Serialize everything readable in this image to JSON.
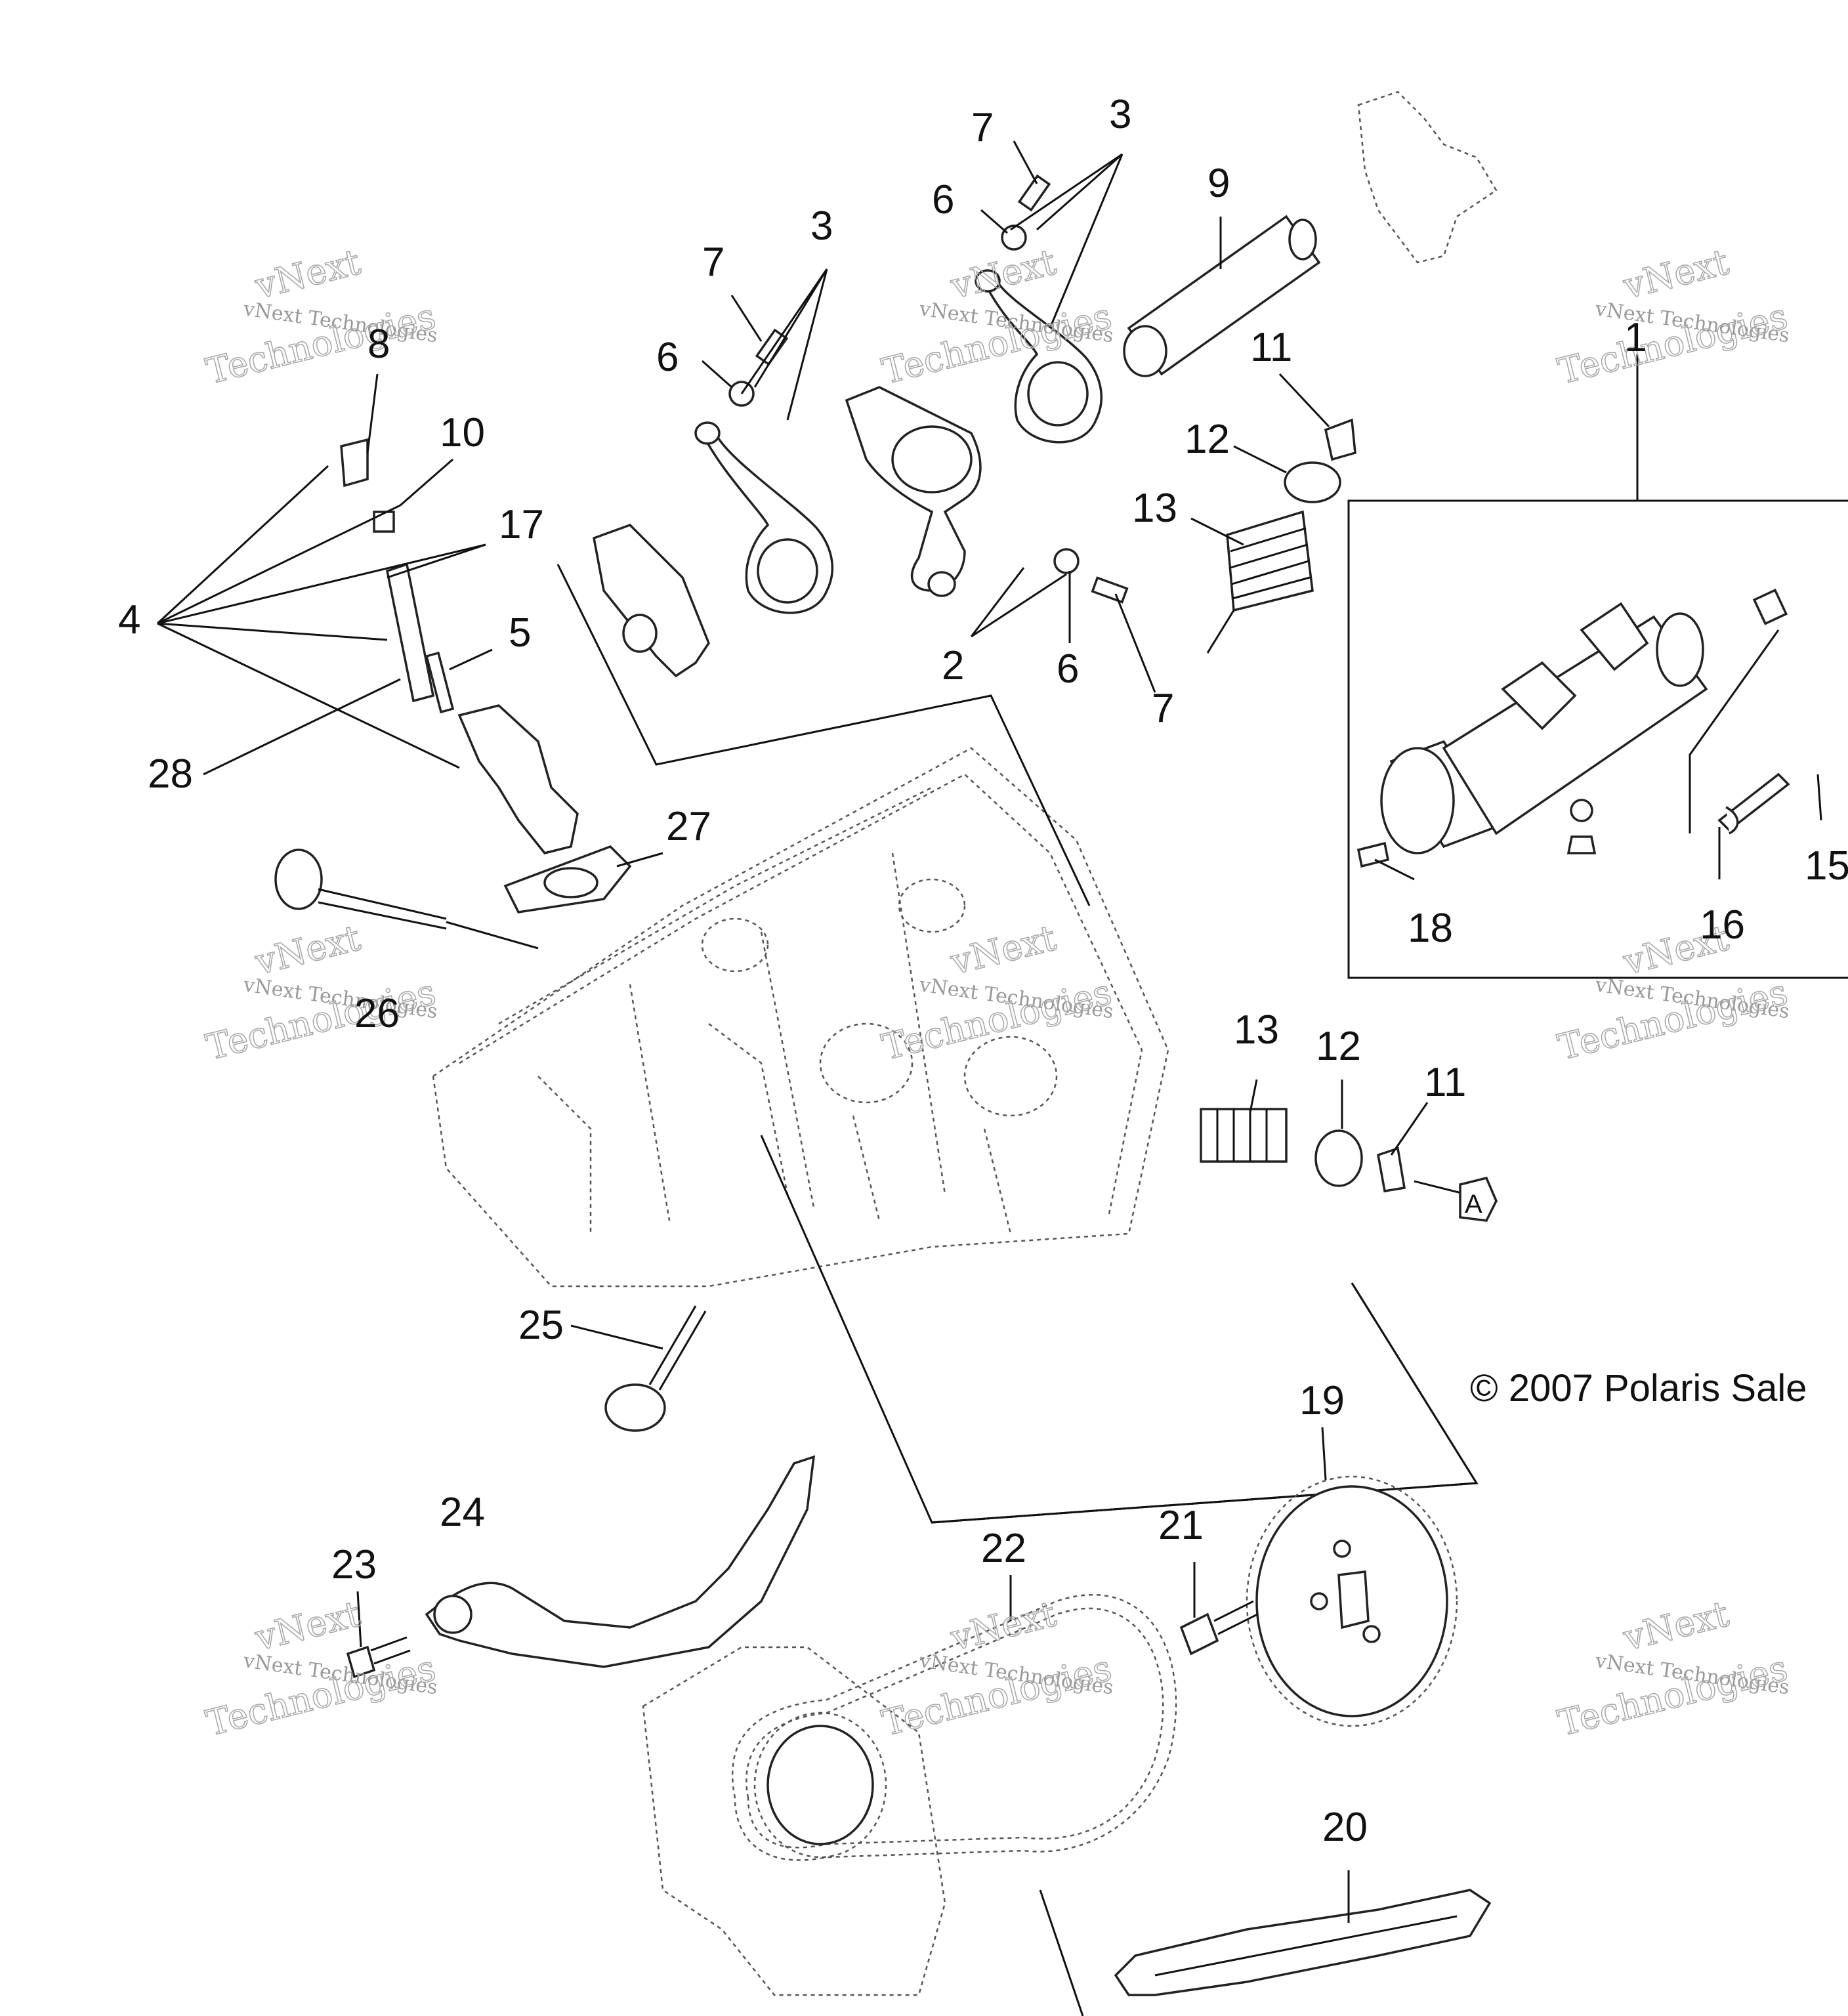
{
  "copyright": "© 2007 Polaris Sale",
  "watermark": {
    "line1": "vNext",
    "line2": "vNext Technologies",
    "line3": "Technologies"
  },
  "callouts": [
    "1",
    "2",
    "3",
    "3",
    "4",
    "5",
    "6",
    "6",
    "6",
    "7",
    "7",
    "7",
    "8",
    "9",
    "10",
    "11",
    "11",
    "12",
    "12",
    "13",
    "13",
    "15",
    "16",
    "17",
    "18",
    "19",
    "20",
    "21",
    "22",
    "23",
    "24",
    "25",
    "26",
    "27",
    "28",
    "A"
  ]
}
